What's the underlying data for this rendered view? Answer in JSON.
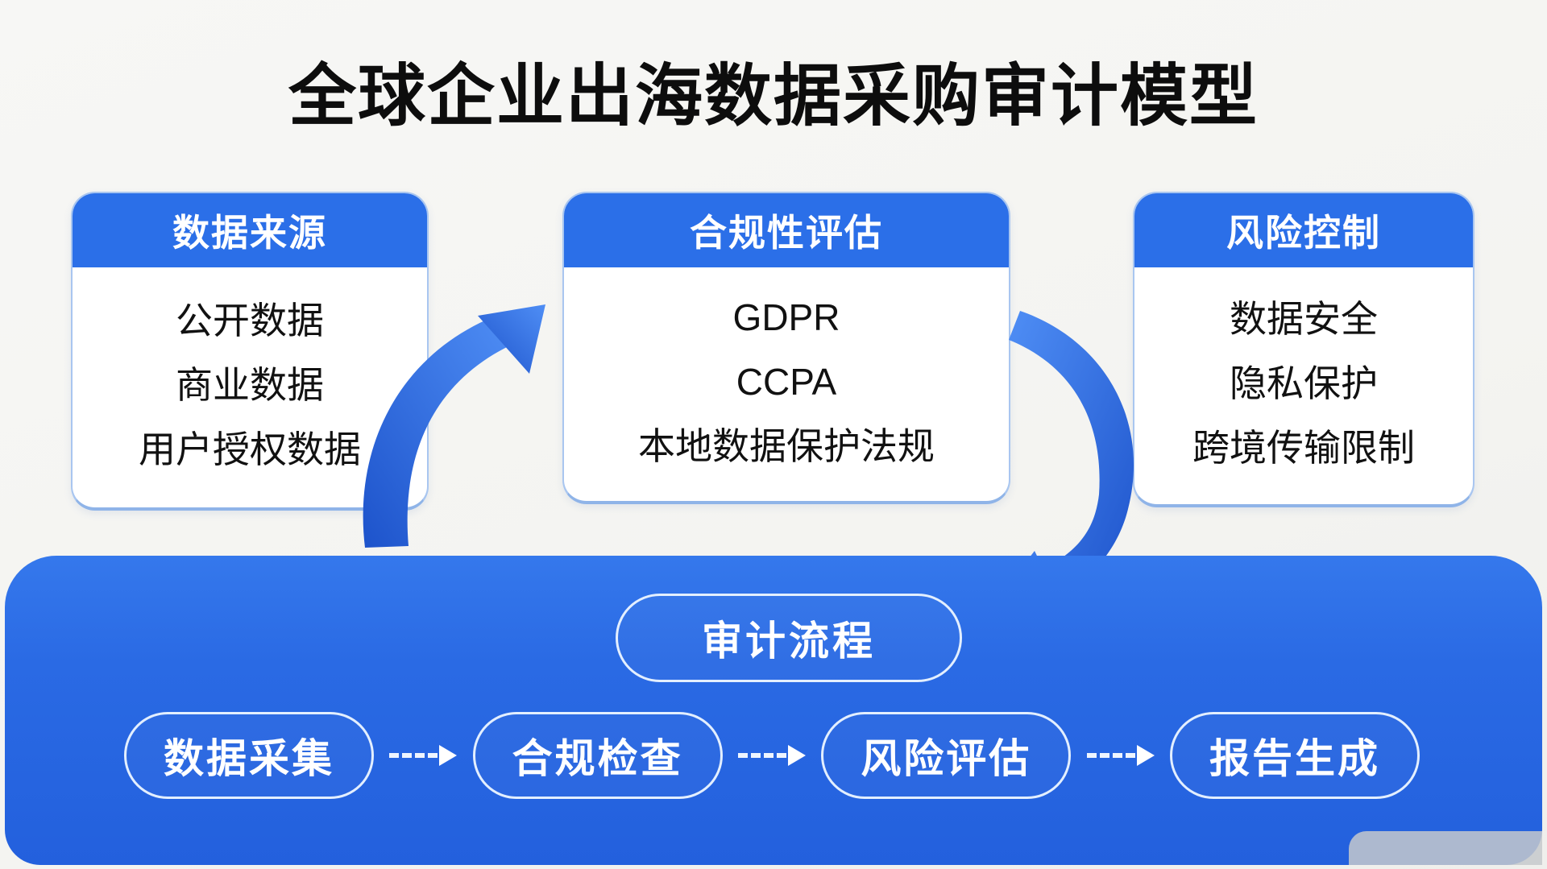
{
  "title": "全球企业出海数据采购审计模型",
  "cards": [
    {
      "header": "数据来源",
      "items": [
        "公开数据",
        "商业数据",
        "用户授权数据"
      ]
    },
    {
      "header": "合规性评估",
      "items": [
        "GDPR",
        "CCPA",
        "本地数据保护法规"
      ]
    },
    {
      "header": "风险控制",
      "items": [
        "数据安全",
        "隐私保护",
        "跨境传输限制"
      ]
    }
  ],
  "process": {
    "label": "审计流程",
    "steps": [
      "数据采集",
      "合规检查",
      "风险评估",
      "报告生成"
    ]
  },
  "colors": {
    "accent": "#2B6FE8",
    "panel": "#2A6AE4",
    "card_border": "#A9C6F0",
    "background": "#F6F6F3",
    "arrow_dark": "#1D53CB",
    "arrow_light": "#4F8EF5",
    "text_dark": "#0D0D0D",
    "text_light": "#FFFFFF"
  }
}
